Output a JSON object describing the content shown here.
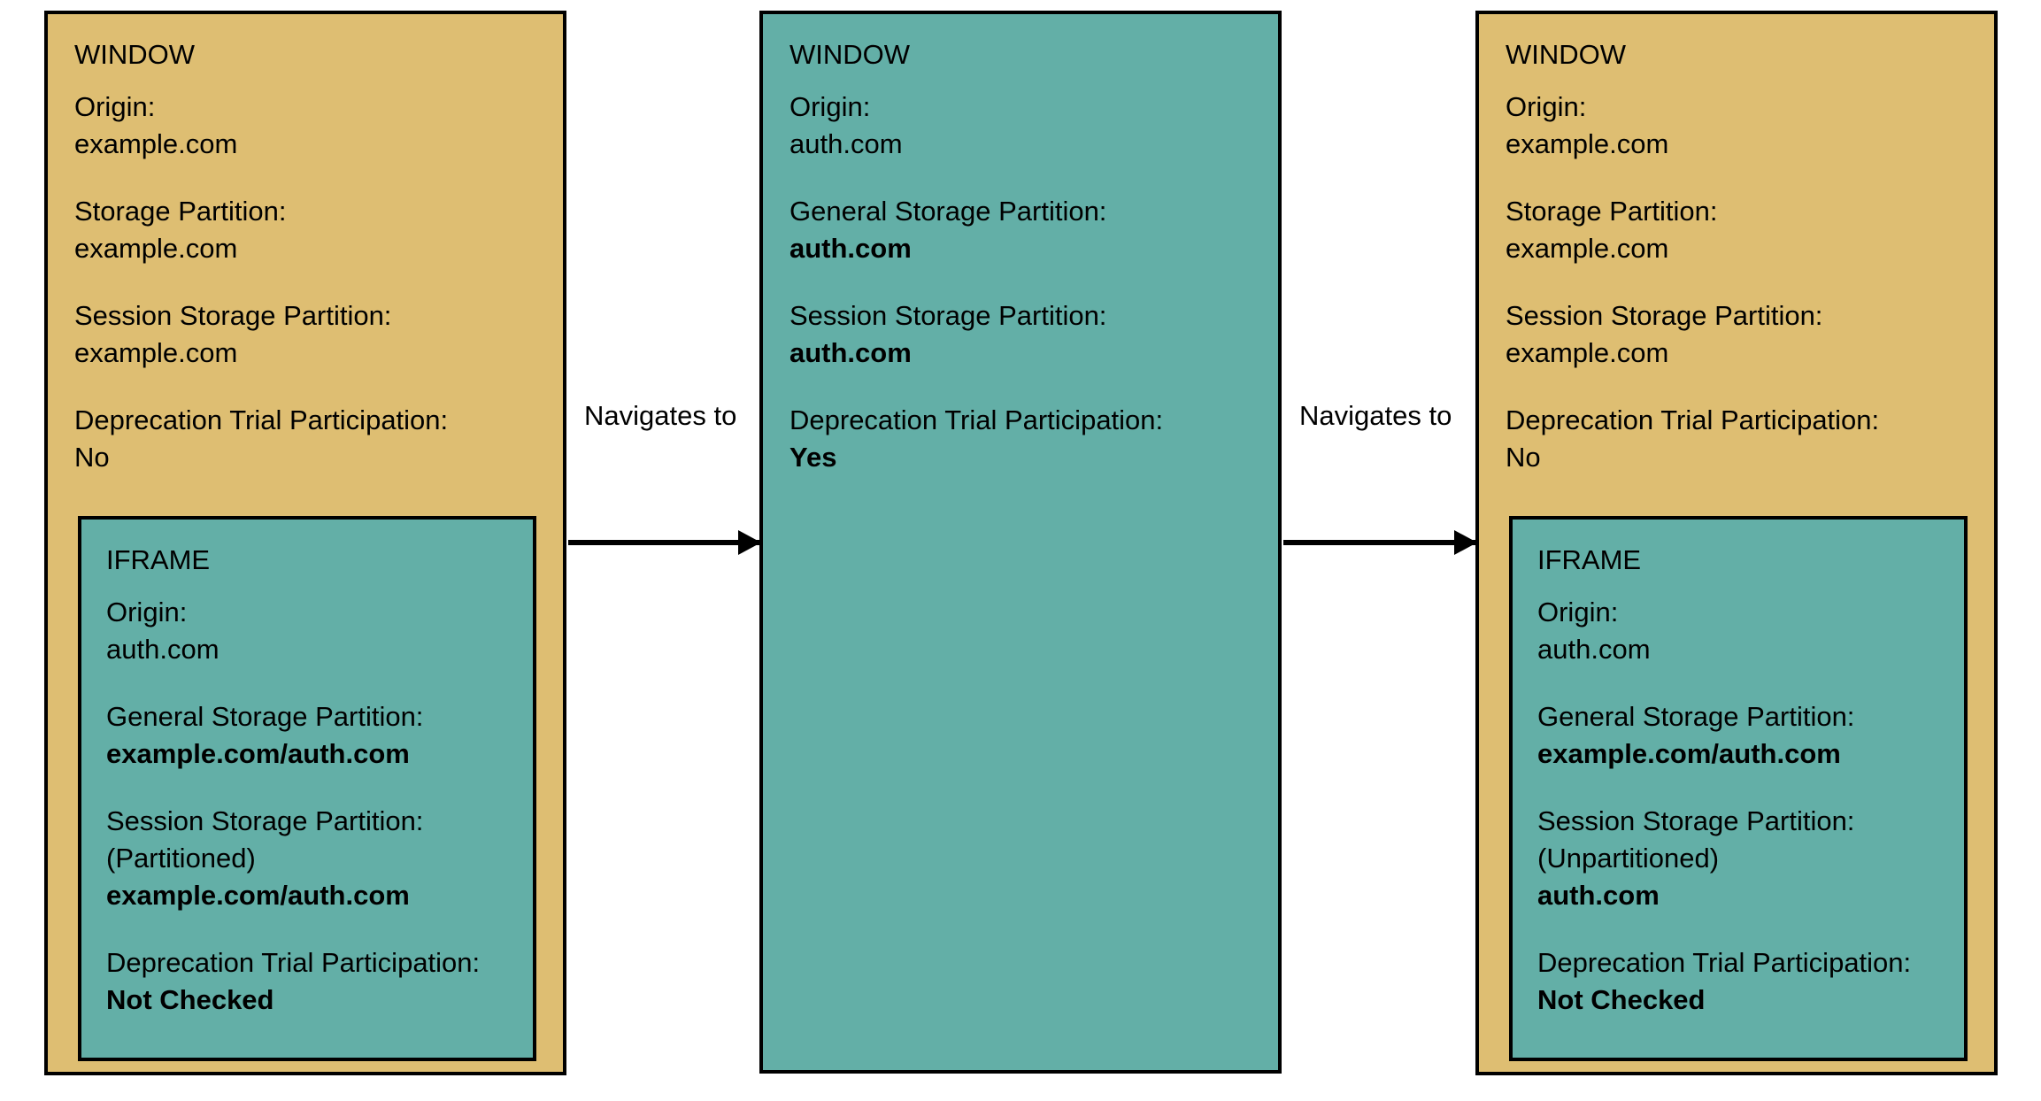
{
  "diagram": {
    "colors": {
      "window_fill": "#debe72",
      "iframe_fill": "#63afa7",
      "stroke": "#000000",
      "background": "#ffffff"
    }
  },
  "panels": [
    {
      "id": "panel-1",
      "kind": "window",
      "title": "WINDOW",
      "fields": [
        {
          "label": "Origin:",
          "value": "example.com",
          "bold": false
        },
        {
          "label": "Storage Partition:",
          "value": "example.com",
          "bold": false
        },
        {
          "label": "Session Storage Partition:",
          "value": "example.com",
          "bold": false
        },
        {
          "label": "Deprecation Trial Participation:",
          "value": "No",
          "bold": false
        }
      ],
      "iframe": {
        "title": "IFRAME",
        "fields": [
          {
            "label": "Origin:",
            "value": "auth.com",
            "bold": false
          },
          {
            "label": "General Storage Partition:",
            "value": "example.com/auth.com",
            "bold": true
          },
          {
            "label": "Session Storage Partition:",
            "sub": "(Partitioned)",
            "value": "example.com/auth.com",
            "bold": true
          },
          {
            "label": "Deprecation Trial Participation:",
            "value": "Not Checked",
            "bold": true
          }
        ]
      }
    },
    {
      "id": "panel-2",
      "kind": "iframe",
      "title": "WINDOW",
      "fields": [
        {
          "label": "Origin:",
          "value": "auth.com",
          "bold": false
        },
        {
          "label": "General Storage Partition:",
          "value": "auth.com",
          "bold": true
        },
        {
          "label": "Session Storage Partition:",
          "value": "auth.com",
          "bold": true
        },
        {
          "label": "Deprecation Trial Participation:",
          "value": "Yes",
          "bold": true
        }
      ],
      "iframe": null
    },
    {
      "id": "panel-3",
      "kind": "window",
      "title": "WINDOW",
      "fields": [
        {
          "label": "Origin:",
          "value": "example.com",
          "bold": false
        },
        {
          "label": "Storage Partition:",
          "value": "example.com",
          "bold": false
        },
        {
          "label": "Session Storage Partition:",
          "value": "example.com",
          "bold": false
        },
        {
          "label": "Deprecation Trial Participation:",
          "value": "No",
          "bold": false
        }
      ],
      "iframe": {
        "title": "IFRAME",
        "fields": [
          {
            "label": "Origin:",
            "value": "auth.com",
            "bold": false
          },
          {
            "label": "General Storage Partition:",
            "value": "example.com/auth.com",
            "bold": true
          },
          {
            "label": "Session Storage Partition:",
            "sub": "(Unpartitioned)",
            "value": "auth.com",
            "bold": true
          },
          {
            "label": "Deprecation Trial Participation:",
            "value": "Not Checked",
            "bold": true
          }
        ]
      }
    }
  ],
  "arrows": [
    {
      "id": "arrow-1",
      "label": "Navigates to",
      "from": "panel-1",
      "to": "panel-2"
    },
    {
      "id": "arrow-2",
      "label": "Navigates to",
      "from": "panel-2",
      "to": "panel-3"
    }
  ]
}
